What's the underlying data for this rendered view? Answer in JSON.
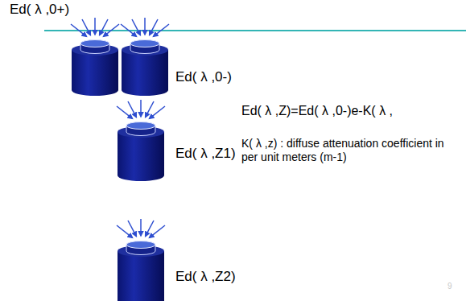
{
  "diagram": {
    "labels": [
      "Ed( λ ,0+)",
      "Ed( λ ,0-)",
      "Ed( λ ,Z)=Ed( λ ,0-)e-K( λ ,",
      "K( λ ,z) : diffuse attenuation coefficient in per unit meters (m-1)",
      "Ed( λ ,Z1)",
      "Ed( λ ,Z2)",
      "9"
    ]
  }
}
